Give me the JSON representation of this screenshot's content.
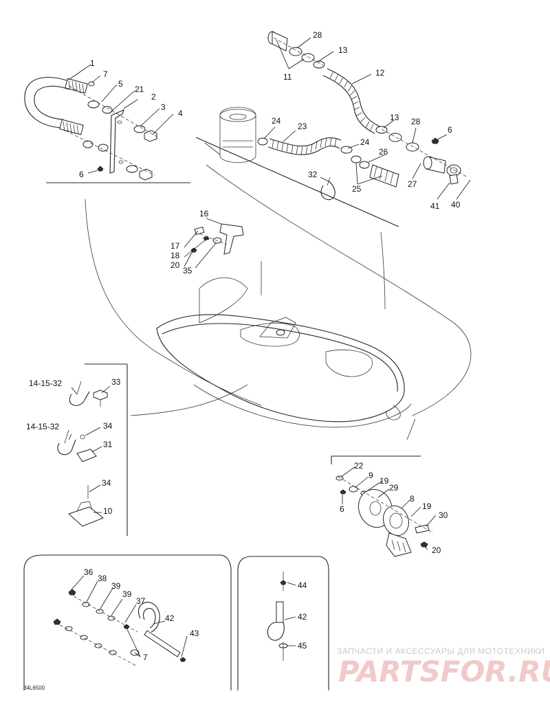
{
  "part_labels": {
    "p1": "1",
    "p7a": "7",
    "p5": "5",
    "p21": "21",
    "p2": "2",
    "p3": "3",
    "p4": "4",
    "p6a": "6",
    "p28a": "28",
    "p13a": "13",
    "p11": "11",
    "p12": "12",
    "p24a": "24",
    "p23": "23",
    "p24b": "24",
    "p13b": "13",
    "p28b": "28",
    "p6b": "6",
    "p26": "26",
    "p25": "25",
    "p27": "27",
    "p41": "41",
    "p40": "40",
    "p32": "32",
    "p16": "16",
    "p17": "17",
    "p18": "18",
    "p20a": "20",
    "p35": "35",
    "p14a": "14-15-32",
    "p33": "33",
    "p14b": "14-15-32",
    "p34a": "34",
    "p31": "31",
    "p34b": "34",
    "p10": "10",
    "p22": "22",
    "p9": "9",
    "p19a": "19",
    "p29": "29",
    "p8": "8",
    "p6c": "6",
    "p19b": "19",
    "p30": "30",
    "p20b": "20",
    "p36": "36",
    "p38": "38",
    "p39a": "39",
    "p39b": "39",
    "p37": "37",
    "p42a": "42",
    "p43": "43",
    "p7b": "7",
    "p44": "44",
    "p42b": "42",
    "p45": "45"
  },
  "watermark": {
    "tagline": "ЗАПЧАСТИ И АКСЕССУАРЫ ДЛЯ МОТОТЕХНИКИ",
    "logo": "PARTSFOR.RU"
  },
  "figure_code": "34L6500"
}
